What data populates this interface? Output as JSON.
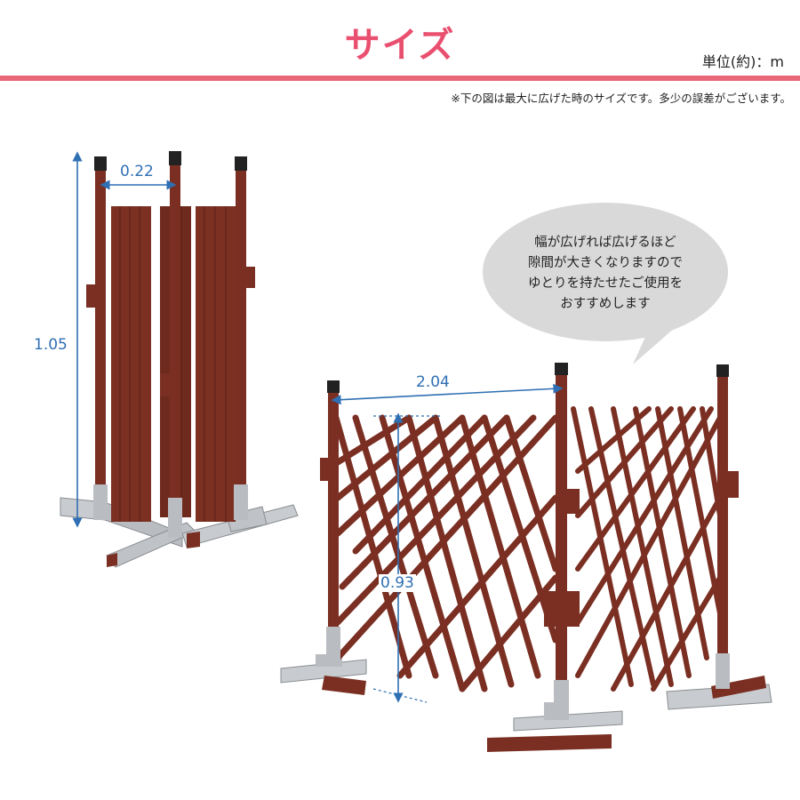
{
  "header": {
    "title": "サイズ",
    "unit": "単位(約)：m",
    "note": "※下の図は最大に広げた時のサイズです。多少の誤差がございます。"
  },
  "dimensions": {
    "width_closed": "0.22",
    "height": "1.05",
    "width_open": "2.04",
    "gate_height": "0.93"
  },
  "bubble": {
    "lines": [
      "幅が広げれば広げるほど",
      "隙間が大きくなりますので",
      "ゆとりを持たせたご使用を",
      "おすすめします"
    ]
  },
  "colors": {
    "accent": "#e94f6e",
    "rule": "#e8687a",
    "dimension": "#2f6fb3",
    "wood": "#7a2f22",
    "metal": "#c8cbcf",
    "bubble": "#d9d9d9"
  }
}
